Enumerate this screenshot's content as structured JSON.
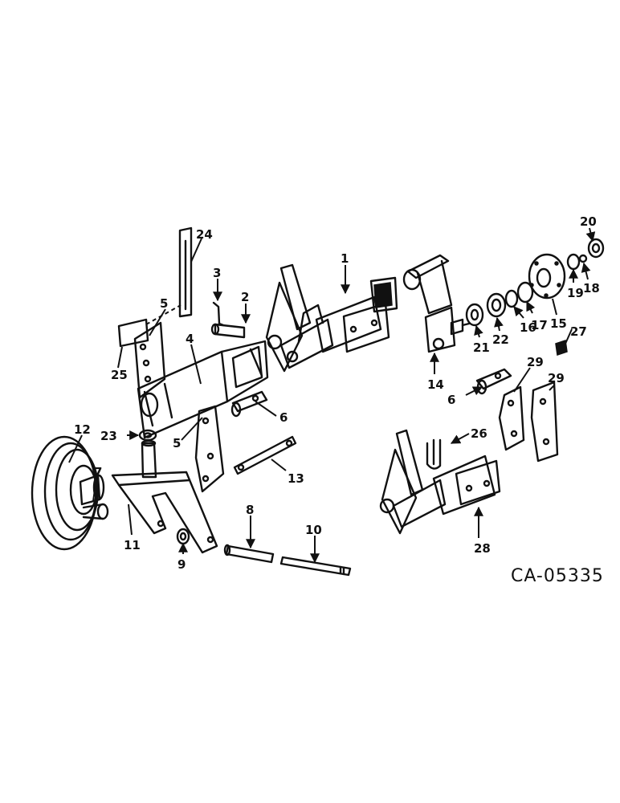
{
  "figure_code": "CA-05335",
  "callouts": [
    "1",
    "2",
    "3",
    "4",
    "5",
    "5",
    "6",
    "6",
    "7",
    "8",
    "9",
    "10",
    "11",
    "12",
    "13",
    "14",
    "15",
    "16",
    "17",
    "18",
    "19",
    "20",
    "21",
    "22",
    "23",
    "24",
    "25",
    "26",
    "27",
    "28",
    "29",
    "29"
  ]
}
